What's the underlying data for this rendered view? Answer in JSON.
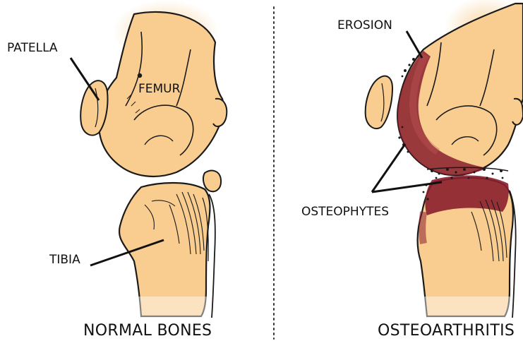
{
  "left_panel": {
    "caption": "NORMAL BONES",
    "labels": {
      "patella": "PATELLA",
      "femur": "FEMUR",
      "tibia": "TIBIA"
    }
  },
  "right_panel": {
    "caption": "OSTEOARTHRITIS",
    "labels": {
      "erosion": "EROSION",
      "osteophytes": "OSTEOPHYTES"
    }
  },
  "colors": {
    "bone_fill": "#f8cd8f",
    "bone_outline": "#1a1a1a",
    "inflammation": "#8a1f2e",
    "background": "#ffffff"
  }
}
